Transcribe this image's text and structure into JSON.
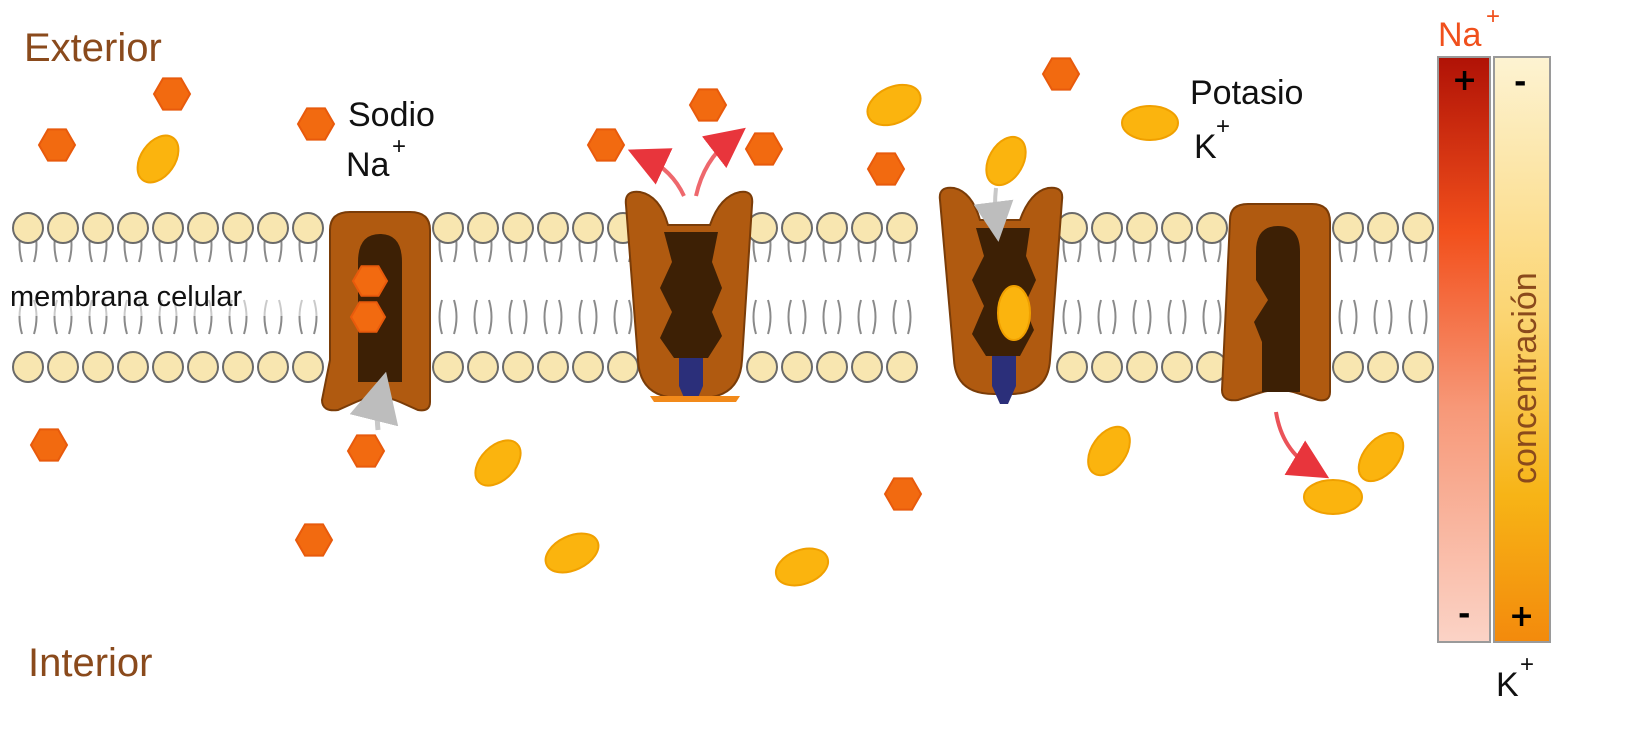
{
  "regions": {
    "exterior": "Exterior",
    "interior": "Interior"
  },
  "membrane": {
    "label": "membrana celular"
  },
  "sodium": {
    "name": "Sodio",
    "symbol": "Na",
    "charge": "+"
  },
  "potassium": {
    "name": "Potasio",
    "symbol": "K",
    "charge": "+"
  },
  "gradient": {
    "label": "concentración",
    "na_title": "Na",
    "na_charge": "+",
    "k_title": "K",
    "k_charge": "+",
    "na_top_sign": "+",
    "na_bottom_sign": "-",
    "k_top_sign": "-",
    "k_bottom_sign": "+"
  },
  "colors": {
    "region_text": "#8a4a1c",
    "sodium_ion": "#f26a10",
    "potassium_ion": "#fbb40e",
    "lipid_head": "#f8e6b0",
    "protein": "#b05a10",
    "protein_channel": "#3d2005",
    "binding_site": "#2b2f7a",
    "na_gradient_top": "#c01808",
    "na_gradient_bottom": "#fbd0c4",
    "k_gradient_top": "#fdf0c8",
    "k_gradient_bottom": "#f6900a",
    "flow_arrow": "#e8353c"
  },
  "icons": {
    "sodium_ion_shape": "hexagon",
    "potassium_ion_shape": "ellipse",
    "arrow": "curved-arrow"
  }
}
